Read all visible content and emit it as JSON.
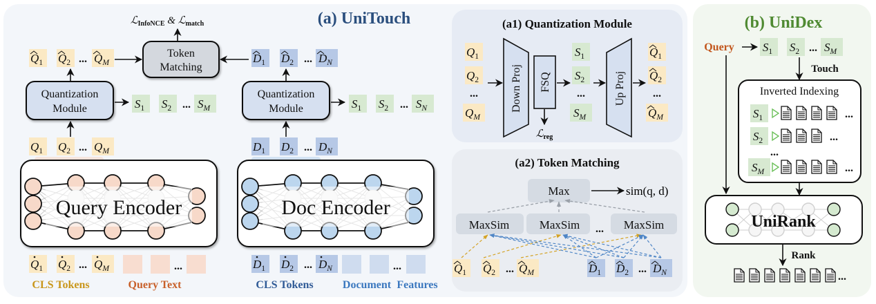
{
  "figure": {
    "panel_a": {
      "title": "(a) UniTouch",
      "loss_label": {
        "main": "ℒ",
        "sub1": "InfoNCE",
        "amp": " & ",
        "main2": "ℒ",
        "sub2": "match"
      },
      "token_matching_box": [
        "Token",
        "Matching"
      ],
      "quant_module_box": [
        "Quantization",
        "Module"
      ],
      "query_side": {
        "hat_tokens": [
          {
            "base": "Q",
            "sub": "1"
          },
          {
            "base": "Q",
            "sub": "2"
          },
          {
            "base": "Q",
            "sub": "M"
          }
        ],
        "codes": [
          {
            "base": "S",
            "sub": "1"
          },
          {
            "base": "S",
            "sub": "2"
          },
          {
            "base": "S",
            "sub": "M"
          }
        ],
        "tokens": [
          {
            "base": "Q",
            "sub": "1"
          },
          {
            "base": "Q",
            "sub": "2"
          },
          {
            "base": "Q",
            "sub": "M"
          }
        ],
        "encoder_label": "Query Encoder",
        "cls_tokens": [
          {
            "base": "Q",
            "sub": "1"
          },
          {
            "base": "Q",
            "sub": "2"
          },
          {
            "base": "Q",
            "sub": "M"
          }
        ],
        "cls_label": "CLS Tokens",
        "text_label": "Query Text"
      },
      "doc_side": {
        "hat_tokens": [
          {
            "base": "D",
            "sub": "1"
          },
          {
            "base": "D",
            "sub": "2"
          },
          {
            "base": "D",
            "sub": "N"
          }
        ],
        "codes": [
          {
            "base": "S",
            "sub": "1"
          },
          {
            "base": "S",
            "sub": "2"
          },
          {
            "base": "S",
            "sub": "N"
          }
        ],
        "tokens": [
          {
            "base": "D",
            "sub": "1"
          },
          {
            "base": "D",
            "sub": "2"
          },
          {
            "base": "D",
            "sub": "N"
          }
        ],
        "encoder_label": "Doc Encoder",
        "cls_tokens": [
          {
            "base": "D",
            "sub": "1"
          },
          {
            "base": "D",
            "sub": "2"
          },
          {
            "base": "D",
            "sub": "N"
          }
        ],
        "cls_label": "CLS Tokens",
        "doc_label": "Document",
        "feat_label": "Features"
      },
      "ellipsis": "..."
    },
    "panel_a1": {
      "title": "(a1) Quantization Module",
      "inputs": [
        {
          "base": "Q",
          "sub": "1"
        },
        {
          "base": "Q",
          "sub": "2"
        },
        {
          "base": "Q",
          "sub": "M"
        }
      ],
      "down_proj": "Down Proj",
      "fsq": "FSQ",
      "reg_loss": {
        "main": "ℒ",
        "sub": "reg"
      },
      "codes": [
        {
          "base": "S",
          "sub": "1"
        },
        {
          "base": "S",
          "sub": "2"
        },
        {
          "base": "S",
          "sub": "M"
        }
      ],
      "up_proj": "Up Proj",
      "outputs": [
        {
          "base": "Q",
          "sub": "1"
        },
        {
          "base": "Q",
          "sub": "2"
        },
        {
          "base": "Q",
          "sub": "M"
        }
      ]
    },
    "panel_a2": {
      "title": "(a2) Token Matching",
      "max_box": "Max",
      "sim_label": "sim(q, d)",
      "maxsim_boxes": [
        "MaxSim",
        "MaxSim",
        "MaxSim"
      ],
      "q_tokens": [
        {
          "base": "Q",
          "sub": "1"
        },
        {
          "base": "Q",
          "sub": "2"
        },
        {
          "base": "Q",
          "sub": "M"
        }
      ],
      "d_tokens": [
        {
          "base": "D",
          "sub": "1"
        },
        {
          "base": "D",
          "sub": "2"
        },
        {
          "base": "D",
          "sub": "N"
        }
      ]
    },
    "panel_b": {
      "title": "(b) UniDex",
      "query_label": "Query",
      "codes": [
        {
          "base": "S",
          "sub": "1"
        },
        {
          "base": "S",
          "sub": "2"
        },
        {
          "base": "S",
          "sub": "M"
        }
      ],
      "touch_label": "Touch",
      "index_title": "Inverted Indexing",
      "index_rows": [
        {
          "code": {
            "base": "S",
            "sub": "1"
          },
          "doc_count": 4
        },
        {
          "code": {
            "base": "S",
            "sub": "2"
          },
          "doc_count": 3
        },
        {
          "code": {
            "base": "S",
            "sub": "M"
          },
          "doc_count": 4
        }
      ],
      "rerank_label": "UniRank",
      "rank_label": "Rank",
      "ranked_doc_count": 7
    },
    "colors": {
      "panel_a_bg": "#f3f6fa",
      "panel_a1_bg": "#e6ebf4",
      "panel_a2_bg": "#eaedf2",
      "panel_b_bg": "#f2f7f0",
      "query_token": "#fbe9c4",
      "doc_token": "#b6c8e6",
      "doc_token_light": "#cfdcef",
      "code_token": "#d7e9d1",
      "query_text_token": "#f8ddd0",
      "module_fill": "#d6e0f0",
      "matching_fill": "#d4d8de",
      "maxsim_fill": "#d5dbe3",
      "title_a": "#2b4f7e",
      "title_b": "#4f8a32",
      "query_orange": "#c2561c",
      "cls_gold": "#c9961a",
      "query_text_orange": "#c8602a",
      "doc_blue": "#2f5a96",
      "feat_blue": "#3b78bf",
      "node_peach": "#f7d9c9",
      "node_blue": "#bcd6ee",
      "node_green": "#d5ead0",
      "q_dash": "#d4a326",
      "d_dash": "#4f86c6"
    }
  }
}
